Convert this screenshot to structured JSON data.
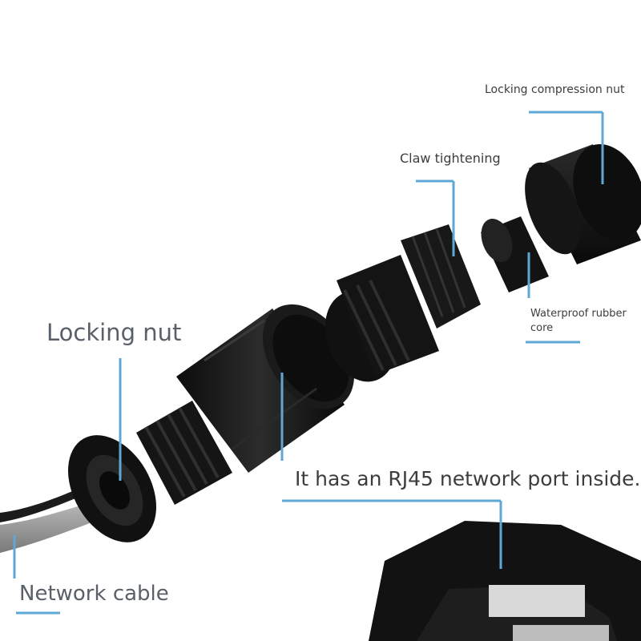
{
  "labels": {
    "locking_nut": "Locking nut",
    "network_cable": "Network cable",
    "rj45_inside": "It has an RJ45 network port inside.",
    "claw_tightening": "Claw tightening",
    "locking_compression_nut": "Locking compression nut",
    "waterproof_rubber_core": "Waterproof rubber core"
  },
  "colors": {
    "callout_line": "#5fa8d6",
    "part_body": "#141414",
    "part_highlight": "#3a3a3a",
    "cable": "#9a9a9a"
  }
}
